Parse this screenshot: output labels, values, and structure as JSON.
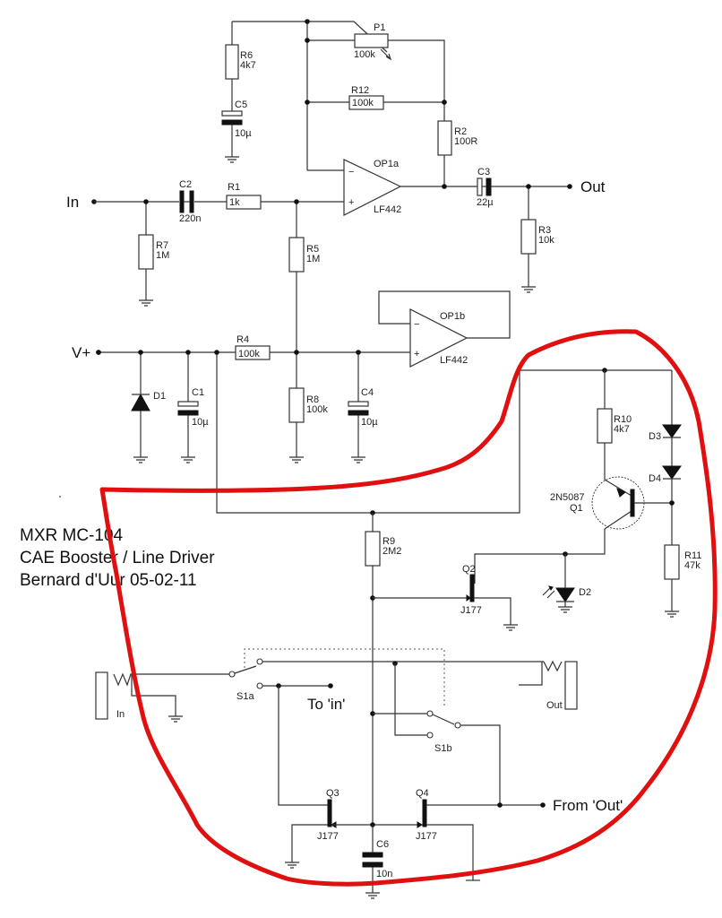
{
  "title": {
    "line1": "MXR MC-104",
    "line2": "CAE Booster / Line Driver",
    "line3": "Bernard d'Uur 05-02-11"
  },
  "terminals": {
    "in": "In",
    "out": "Out",
    "vplus": "V+",
    "to_in": "To 'in'",
    "from_out": "From 'Out'",
    "jack_in": "In",
    "jack_out": "Out"
  },
  "components": {
    "R1": {
      "ref": "R1",
      "value": "1k"
    },
    "R2": {
      "ref": "R2",
      "value": "100R"
    },
    "R3": {
      "ref": "R3",
      "value": "10k"
    },
    "R4": {
      "ref": "R4",
      "value": "100k"
    },
    "R5": {
      "ref": "R5",
      "value": "1M"
    },
    "R6": {
      "ref": "R6",
      "value": "4k7"
    },
    "R7": {
      "ref": "R7",
      "value": "1M"
    },
    "R8": {
      "ref": "R8",
      "value": "100k"
    },
    "R9": {
      "ref": "R9",
      "value": "2M2"
    },
    "R10": {
      "ref": "R10",
      "value": "4k7"
    },
    "R11": {
      "ref": "R11",
      "value": "47k"
    },
    "R12": {
      "ref": "R12",
      "value": "100k"
    },
    "P1": {
      "ref": "P1",
      "value": "100k"
    },
    "C1": {
      "ref": "C1",
      "value": "10µ"
    },
    "C2": {
      "ref": "C2",
      "value": "220n"
    },
    "C3": {
      "ref": "C3",
      "value": "22µ"
    },
    "C4": {
      "ref": "C4",
      "value": "10µ"
    },
    "C5": {
      "ref": "C5",
      "value": "10µ"
    },
    "C6": {
      "ref": "C6",
      "value": "10n"
    },
    "D1": {
      "ref": "D1"
    },
    "D2": {
      "ref": "D2"
    },
    "D3": {
      "ref": "D3"
    },
    "D4": {
      "ref": "D4"
    },
    "OP1a": {
      "ref": "OP1a",
      "value": "LF442"
    },
    "OP1b": {
      "ref": "OP1b",
      "value": "LF442"
    },
    "Q1": {
      "ref": "Q1",
      "value": "2N5087"
    },
    "Q2": {
      "ref": "Q2",
      "value": "J177"
    },
    "Q3": {
      "ref": "Q3",
      "value": "J177"
    },
    "Q4": {
      "ref": "Q4",
      "value": "J177"
    },
    "S1a": {
      "ref": "S1a"
    },
    "S1b": {
      "ref": "S1b"
    }
  },
  "opamp_pins": {
    "minus": "−",
    "plus": "+"
  },
  "annotation": {
    "color": "#e01010",
    "description": "hand-drawn red outline around switching section"
  }
}
